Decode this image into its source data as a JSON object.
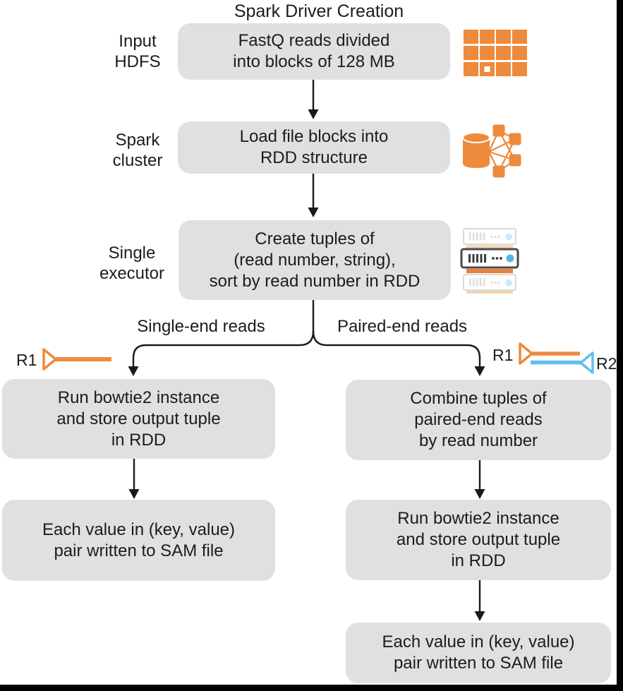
{
  "title": "Spark Driver Creation",
  "colors": {
    "orange": "#ed8a3c",
    "blue": "#5ec1ef",
    "box_gray": "#e0e0e0",
    "line_black": "#1a1a1a",
    "server_frame_dark": "#4a4a4a",
    "server_faded_gray": "#d9d9d9",
    "server_led_blue": "#55b6ea",
    "server_strip_orange": "#e9813a"
  },
  "stages": {
    "input_hdfs": {
      "label": "Input\nHDFS"
    },
    "spark_cluster": {
      "label": "Spark\ncluster"
    },
    "single_executor": {
      "label": "Single\nexecutor"
    }
  },
  "flow": {
    "box_fastq": {
      "text": "FastQ reads divided\ninto blocks of 128 MB"
    },
    "box_load": {
      "text": "Load file blocks into\nRDD structure"
    },
    "box_tuples": {
      "text": "Create tuples of\n(read number, string),\nsort by read number in RDD"
    },
    "branch_left_label": "Single-end reads",
    "branch_right_label": "Paired-end reads",
    "left": {
      "box_bowtie": {
        "text": "Run bowtie2 instance\nand store output tuple\nin RDD"
      },
      "box_sam": {
        "text": "Each value in (key, value)\npair written to SAM file"
      }
    },
    "right": {
      "box_combine": {
        "text": "Combine tuples of\npaired-end reads\nby read number"
      },
      "box_bowtie": {
        "text": "Run bowtie2 instance\nand store output tuple\nin RDD"
      },
      "box_sam": {
        "text": "Each value in (key, value)\npair written to SAM file"
      }
    }
  },
  "reads": {
    "single": {
      "r1_label": "R1"
    },
    "paired": {
      "r1_label": "R1",
      "r2_label": "R2"
    }
  },
  "icons": {
    "hdfs": "hdfs-blocks-icon",
    "spark": "spark-cluster-icon",
    "executor": "executor-servers-icon",
    "single_read": "single-end-read-icon",
    "paired_read": "paired-end-read-icon"
  }
}
